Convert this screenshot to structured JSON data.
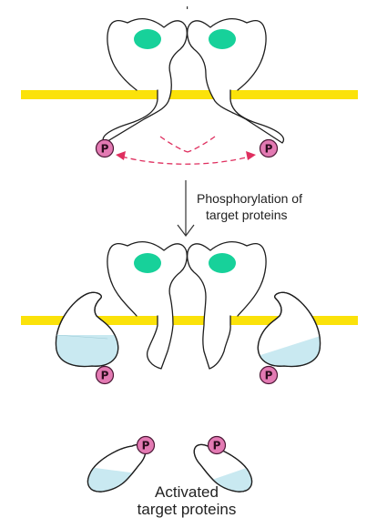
{
  "diagram": {
    "phospho_label": "P",
    "step_caption": {
      "line1": "Phosphorylation of",
      "line2": "target proteins"
    },
    "result_caption": {
      "line1": "Activated",
      "line2": "target proteins"
    }
  },
  "colors": {
    "membrane": "#fbe20a",
    "ligand": "#17d19a",
    "phosphate": "#e37ab3",
    "target_protein_shade": "#c9e9f1",
    "trans_phosphorylation_arrow": "#df2f5f"
  }
}
